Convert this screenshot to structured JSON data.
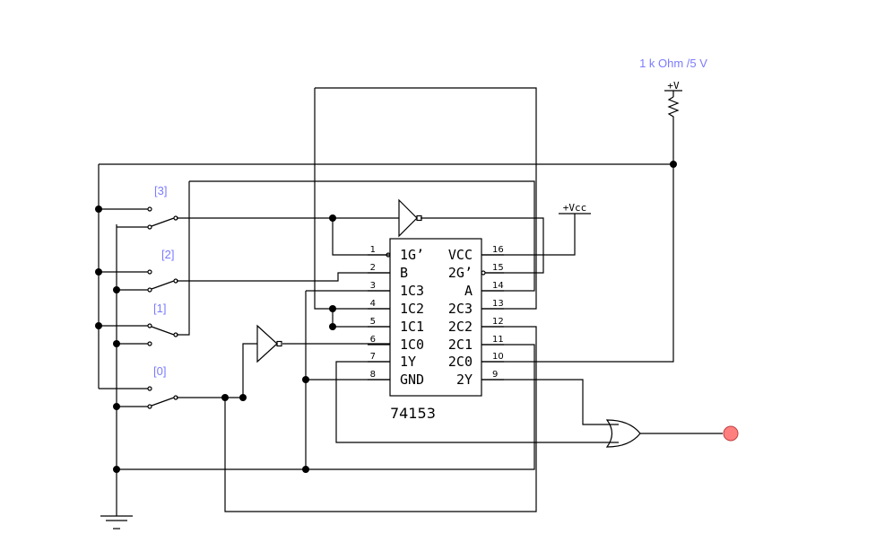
{
  "colors": {
    "label_blue": "#7b7bff",
    "probe_fill": "#ff7f7f"
  },
  "resistor": {
    "label": "1 k Ohm /5 V",
    "supply": "+V"
  },
  "vcc": {
    "label": "+Vcc"
  },
  "switches": [
    {
      "label": "[3]"
    },
    {
      "label": "[2]"
    },
    {
      "label": "[1]"
    },
    {
      "label": "[0]"
    }
  ],
  "chip": {
    "name": "74153",
    "left_pins": [
      {
        "num": "1",
        "label": "1G’"
      },
      {
        "num": "2",
        "label": "B"
      },
      {
        "num": "3",
        "label": "1C3"
      },
      {
        "num": "4",
        "label": "1C2"
      },
      {
        "num": "5",
        "label": "1C1"
      },
      {
        "num": "6",
        "label": "1C0"
      },
      {
        "num": "7",
        "label": "1Y"
      },
      {
        "num": "8",
        "label": "GND"
      }
    ],
    "right_pins": [
      {
        "num": "16",
        "label": "VCC"
      },
      {
        "num": "15",
        "label": "2G’"
      },
      {
        "num": "14",
        "label": "A"
      },
      {
        "num": "13",
        "label": "2C3"
      },
      {
        "num": "12",
        "label": "2C2"
      },
      {
        "num": "11",
        "label": "2C1"
      },
      {
        "num": "10",
        "label": "2C0"
      },
      {
        "num": "9",
        "label": "2Y"
      }
    ]
  }
}
